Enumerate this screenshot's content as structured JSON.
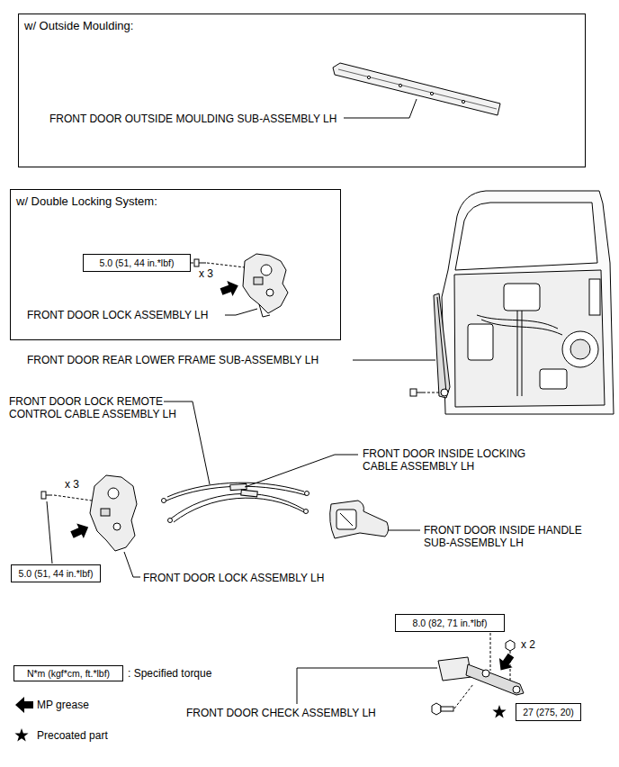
{
  "diagram": {
    "nodes": [
      {
        "text": [
          "w/ Outside Moulding:"
        ]
      },
      {
        "text": [
          "w/ Double Locking System:"
        ]
      },
      {
        "text": [
          "5.0 (51, 44 in.*lbf)"
        ],
        "in": 1
      },
      {
        "text": [
          "5.0 (51, 44 in.*lbf)"
        ]
      },
      {
        "text": [
          "8.0 (82, 71 in.*lbf)"
        ]
      },
      {
        "text": [
          "N*m (kgf*cm, ft.*lbf)"
        ]
      },
      {
        "text": [
          "27 (275, 20)"
        ]
      }
    ],
    "labels": [
      "FRONT DOOR OUTSIDE MOULDING SUB-ASSEMBLY LH",
      "x 3",
      "FRONT DOOR LOCK ASSEMBLY LH",
      "FRONT DOOR REAR LOWER FRAME SUB-ASSEMBLY LH",
      "FRONT DOOR LOCK REMOTE CONTROL CABLE ASSEMBLY LH",
      "FRONT DOOR INSIDE LOCKING CABLE ASSEMBLY LH",
      "x 3",
      "FRONT DOOR INSIDE HANDLE SUB-ASSEMBLY LH",
      "FRONT DOOR LOCK ASSEMBLY LH",
      "x 2",
      "FRONT DOOR CHECK ASSEMBLY LH"
    ],
    "legend": [
      {
        "text": ": Specified torque"
      },
      {
        "text": "MP grease"
      },
      {
        "text": "Precoated part"
      }
    ]
  }
}
